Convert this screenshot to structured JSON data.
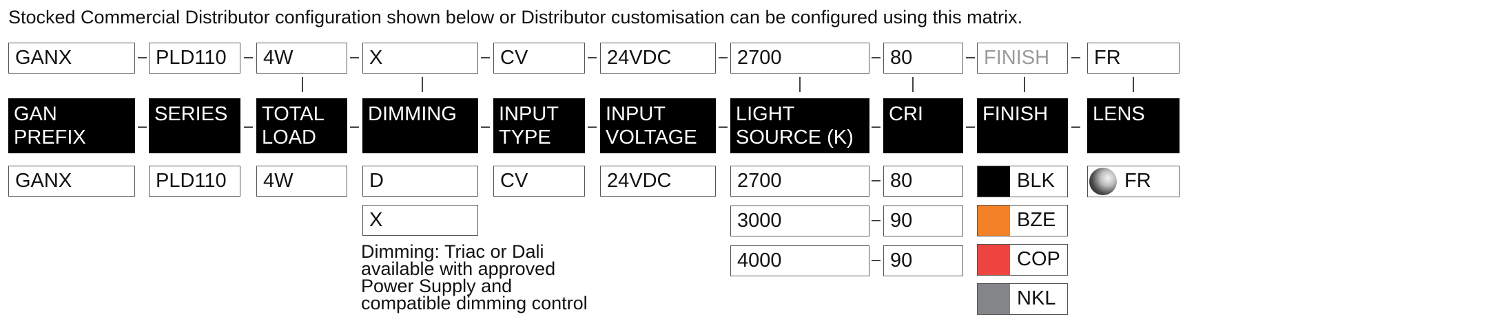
{
  "intro": "Stocked Commercial Distributor configuration shown below or Distributor customisation can be configured using this matrix.",
  "code": {
    "prefix": "GANX",
    "series": "PLD110",
    "load": "4W",
    "dimming": "X",
    "input_type": "CV",
    "voltage": "24VDC",
    "light_source": "2700",
    "cri": "80",
    "finish": "FINISH",
    "lens": "FR"
  },
  "headers": {
    "prefix": [
      "GAN",
      "PREFIX"
    ],
    "series": "SERIES",
    "load": [
      "TOTAL",
      "LOAD"
    ],
    "dimming": "DIMMING",
    "input_type": [
      "INPUT",
      "TYPE"
    ],
    "voltage": [
      "INPUT",
      "VOLTAGE"
    ],
    "light_source": [
      "LIGHT",
      "SOURCE (K)"
    ],
    "cri": "CRI",
    "finish": "FINISH",
    "lens": "LENS"
  },
  "options": {
    "prefix": [
      "GANX"
    ],
    "series": [
      "PLD110"
    ],
    "load": [
      "4W"
    ],
    "dimming": [
      "D",
      "X"
    ],
    "input_type": [
      "CV"
    ],
    "voltage": [
      "24VDC"
    ],
    "light_source": [
      "2700",
      "3000",
      "4000"
    ],
    "cri": [
      "80",
      "90",
      "90"
    ],
    "finish": [
      {
        "label": "BLK",
        "color": "#000000"
      },
      {
        "label": "BZE",
        "color": "#f28127"
      },
      {
        "label": "COP",
        "color": "#ee4540"
      },
      {
        "label": "NKL",
        "color": "#838589"
      }
    ],
    "lens": [
      "FR"
    ]
  },
  "dimming_note": "Dimming: Triac or Dali\navailable with approved\nPower Supply and\ncompatible dimming control"
}
